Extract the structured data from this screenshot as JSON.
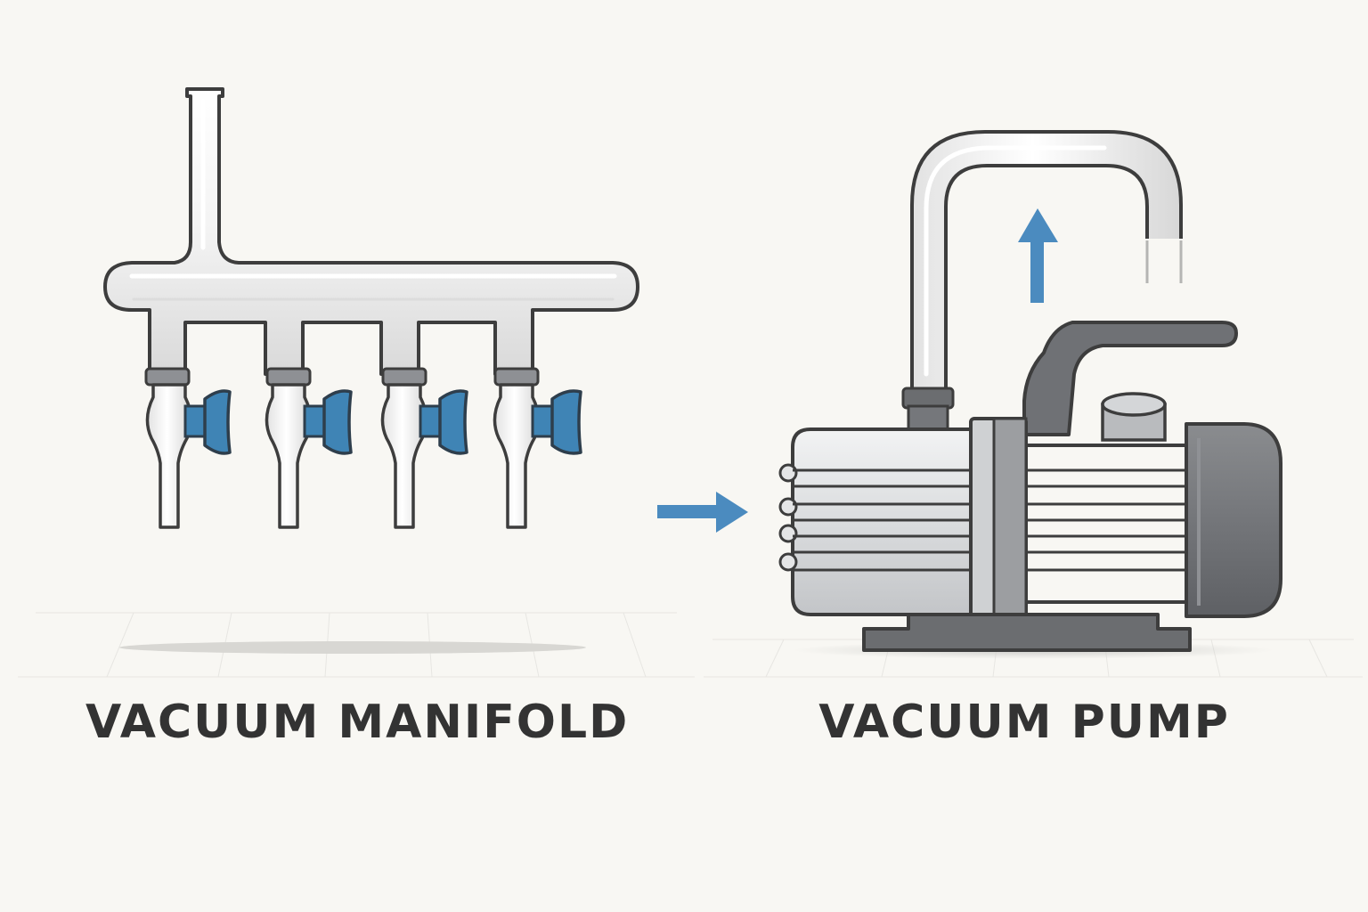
{
  "manifold": {
    "label": "VACUUM MANIFOLD",
    "stopcock_count": 4
  },
  "pump": {
    "label": "VACUUM PUMP"
  },
  "connector_arrows": [
    {
      "direction": "right",
      "meaning": "manifold-to-pump"
    },
    {
      "direction": "up",
      "meaning": "exhaust-flow"
    }
  ],
  "icons": [
    "vacuum-manifold-icon",
    "stopcock-icon",
    "vacuum-pump-icon",
    "flow-arrow-icon"
  ],
  "colors": {
    "background": "#f8f7f3",
    "outline": "#3d3d3d",
    "glass": "#f4f4f4",
    "valve_blue": "#3f84b5",
    "arrow_blue": "#4b8bbf",
    "pump_dark": "#6b6d70",
    "pump_metal": "#d6d8da",
    "text": "#333333"
  }
}
